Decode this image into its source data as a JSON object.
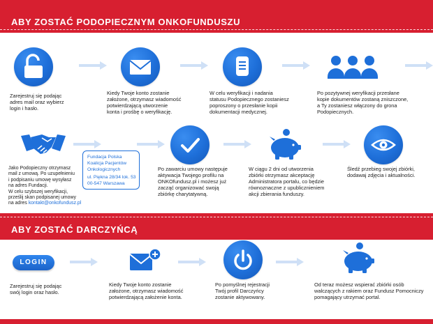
{
  "section_podopieczny": {
    "title": "ABY ZOSTAĆ PODOPIECZNYM ONKOFUNDUSZU",
    "steps": [
      {
        "icon": "unlock-icon",
        "lines": [
          "Zarejestruj się podając",
          "adres mail oraz wybierz",
          "login i hasło."
        ]
      },
      {
        "icon": "envelope-icon",
        "lines": [
          "Kiedy Twoje konto zostanie",
          "założone, otrzymasz wiadomość",
          "potwierdzającą utworzenie",
          "konta i prośbę o weryfikację."
        ]
      },
      {
        "icon": "document-icon",
        "lines": [
          "W celu weryfikacji i nadania",
          "statusu Podopiecznego zostaniesz",
          "poproszony o przesłanie kopii",
          "dokumentacji medycznej."
        ]
      },
      {
        "icon": "people-icon",
        "lines": [
          "Po pozytywnej weryfikacji przesłane",
          "kopie dokumentów zostaną zniszczone,",
          "a Ty zostaniesz włączony do grona",
          "Podopiecznych."
        ]
      },
      {
        "icon": "handshake-icon",
        "lines": [
          "Jako Podopieczny otrzymasz",
          "mail z umową. Po uzupełnieniu",
          "i podpisaniu umowę wysyłasz",
          "na adres Fundacji.",
          "W celu szybszej weryfikacji,",
          "prześlij skan podpisanej umowy"
        ],
        "last_prefix": "na adres ",
        "email": "kontakt@onkofundusz.pl"
      },
      {
        "icon": "checkmark-icon",
        "lines": [
          "Po zawarciu umowy następuje",
          "aktywacja Twojego profilu na",
          "ONKOfundusz.pl i możesz już",
          "zacząć organizować swoją",
          "zbiórkę charytatywną."
        ]
      },
      {
        "icon": "piggy-bank-icon",
        "lines": [
          "W ciągu 2 dni od utworzenia",
          "zbiórki otrzymasz akceptację",
          "Administratora portalu, co będzie",
          "równoznaczne z upublicznieniem",
          "akcji zbierania funduszy."
        ]
      },
      {
        "icon": "eye-icon",
        "lines": [
          "Śledź przebieg swojej zbiórki,",
          "dodawaj zdjęcia i aktualności."
        ]
      }
    ],
    "address_lines": [
      "Fundacja Polska",
      "Koalicja Pacjentów",
      "Onkologicznych",
      "ul. Piękna 28/34 lok. 53",
      "00-547 Warszawa"
    ]
  },
  "section_darczynca": {
    "title": "ABY ZOSTAĆ DARCZYŃCĄ",
    "login_label": "LOGIN",
    "steps": [
      {
        "icon": "login-icon",
        "lines": [
          "Zarejestruj się podając",
          "swój login oraz hasło."
        ]
      },
      {
        "icon": "envelope-plus-icon",
        "lines": [
          "Kiedy Twoje konto zostanie",
          "założone, otrzymasz wiadomość",
          "potwierdzającą założenie konta."
        ]
      },
      {
        "icon": "power-icon",
        "lines": [
          "Po pomyślnej rejestracji",
          "Twój profil Darczyńcy",
          "zostanie aktywowany."
        ]
      },
      {
        "icon": "piggy-bank-icon",
        "lines": [
          "Od teraz możesz wspierać zbiórki osób",
          "walczących z rakiem oraz Fundusz Pomocniczy",
          "pomagający utrzymać portal."
        ]
      }
    ]
  },
  "colors": {
    "accent_red": "#d71f30",
    "brand_blue": "#1e6fd9",
    "arrow_blue": "#cfe0f6"
  }
}
